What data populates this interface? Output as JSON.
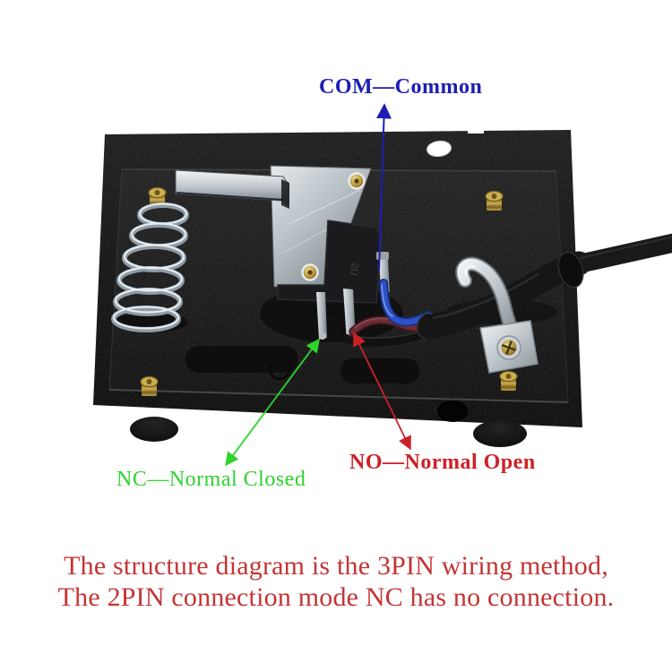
{
  "annotations": {
    "com": {
      "label": "COM—Common",
      "color": "#1d1db5"
    },
    "nc": {
      "label": "NC—Normal Closed",
      "color": "#2ed32e"
    },
    "no": {
      "label": "NO—Normal Open",
      "color": "#cd2127"
    }
  },
  "caption": {
    "line1": "The structure diagram is the 3PIN wiring method,",
    "line2": "The 2PIN connection mode NC has no connection.",
    "color": "#c43435"
  },
  "photo": {
    "switch_marking": "2U",
    "box_color": "#161616",
    "wire_blue": "#2d52c7",
    "wire_brown": "#6b2c35",
    "cable_color": "#161616"
  }
}
